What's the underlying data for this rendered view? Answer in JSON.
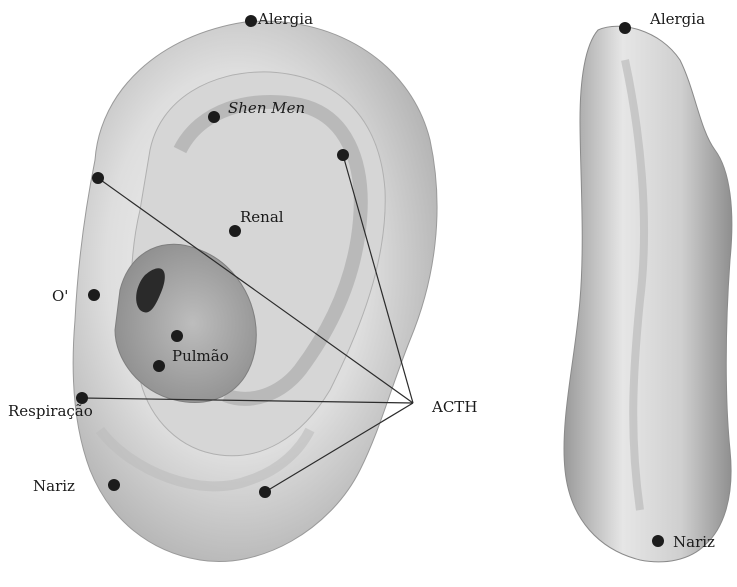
{
  "labels": {
    "alergia_front": "Alergia",
    "shen_men": "Shen Men",
    "renal": "Renal",
    "o_prime": "O'",
    "pulmao": "Pulmão",
    "respiracao": "Respiração",
    "nariz_front": "Nariz",
    "acth": "ACTH",
    "alergia_side": "Alergia",
    "nariz_side": "Nariz"
  },
  "colors": {
    "ear_light": "#f2f2f2",
    "ear_mid": "#c9c9c9",
    "ear_dark": "#8a8a8a",
    "point": "#1c1c1c",
    "line": "#2b2b2b"
  }
}
